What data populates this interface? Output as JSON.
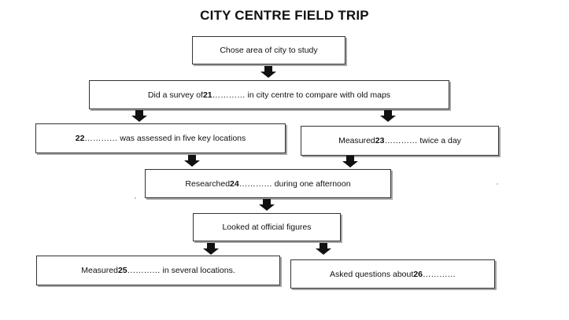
{
  "title": "CITY CENTRE FIELD TRIP",
  "boxes": {
    "chose_area": {
      "text": "Chose area of city to study"
    },
    "survey": {
      "before": "Did a survey of ",
      "num": "21",
      "after": " ………… in city centre to compare with old maps"
    },
    "assessed": {
      "num": "22",
      "after": " ………… was assessed in five key locations"
    },
    "measured_twice": {
      "before": "Measured ",
      "num": "23",
      "after": " ………… twice a day"
    },
    "researched": {
      "before": "Researched ",
      "num": "24",
      "after": " ………… during one afternoon"
    },
    "official": {
      "text": "Looked at official figures"
    },
    "measured_several": {
      "before": "Measured ",
      "num": "25",
      "after": " ………… in several locations."
    },
    "asked": {
      "before": "Asked questions about ",
      "num": "26",
      "after": " …………"
    }
  }
}
